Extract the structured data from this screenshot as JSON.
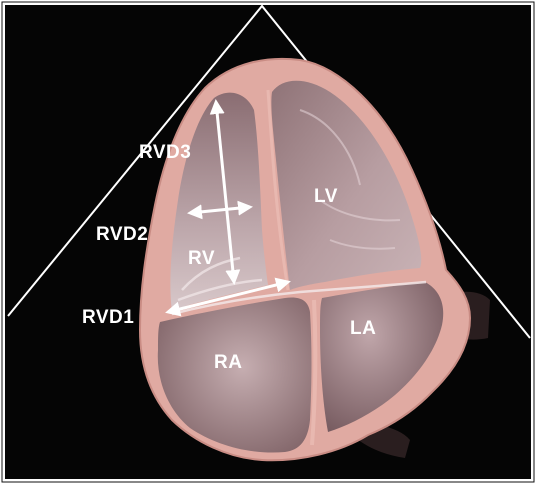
{
  "labels": {
    "rvd3": "RVD3",
    "rvd2": "RVD2",
    "rvd1": "RVD1",
    "rv": "RV",
    "lv": "LV",
    "la": "LA",
    "ra": "RA"
  },
  "colors": {
    "frame": "#ffffff",
    "background": "#050505",
    "myocardium": "#e0aaa2",
    "myocardium_edge": "#c98c84",
    "chamber_lv": "#a98a8e",
    "chamber_rv": "#b7a0a4",
    "chamber_ra": "#a58488",
    "chamber_la": "#a08084",
    "label_text": "#ffffff",
    "arrow": "#ffffff"
  }
}
